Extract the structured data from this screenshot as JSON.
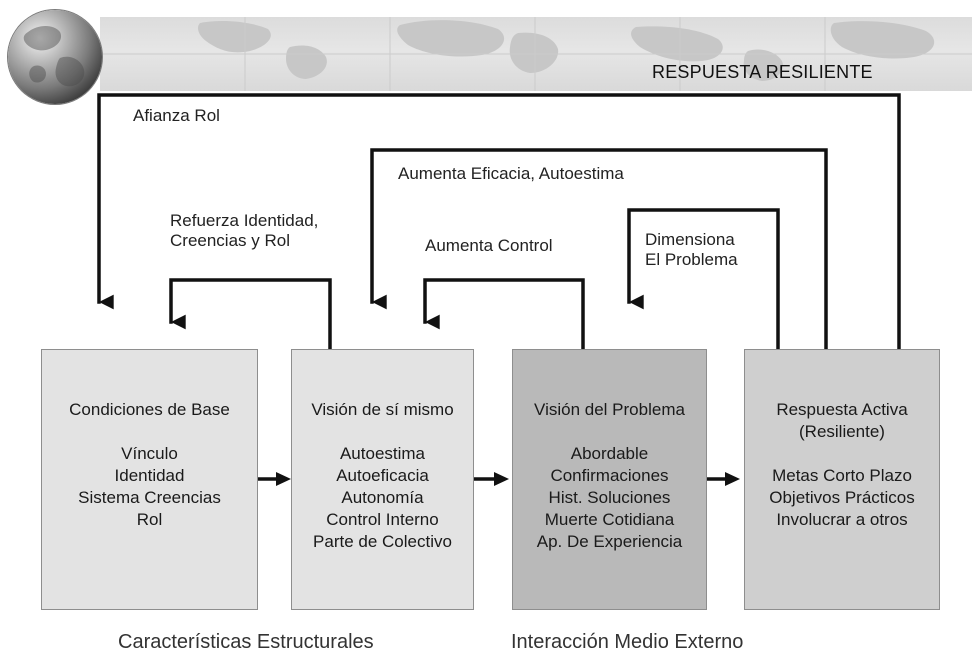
{
  "header": {
    "title": "RESPUESTA RESILIENTE"
  },
  "loops": {
    "afianza_rol": "Afianza Rol",
    "aumenta_eficacia": "Aumenta Eficacia, Autoestima",
    "refuerza": [
      "Refuerza Identidad,",
      "Creencias y Rol"
    ],
    "aumenta_control": "Aumenta Control",
    "dimensiona": [
      "Dimensiona",
      "El Problema"
    ]
  },
  "boxes": [
    {
      "title": [
        "Condiciones de Base"
      ],
      "items": [
        "Vínculo",
        "Identidad",
        "Sistema Creencias",
        "Rol"
      ],
      "fill": "#e3e3e3"
    },
    {
      "title": [
        "Visión de sí mismo"
      ],
      "items": [
        "Autoestima",
        "Autoeficacia",
        "Autonomía",
        "Control Interno",
        "Parte de Colectivo"
      ],
      "fill": "#e3e3e3"
    },
    {
      "title": [
        "Visión del Problema"
      ],
      "items": [
        "Abordable",
        "Confirmaciones",
        "Hist. Soluciones",
        "Muerte Cotidiana",
        "Ap. De Experiencia"
      ],
      "fill": "#b9b9b9"
    },
    {
      "title": [
        "Respuesta Activa",
        "(Resiliente)"
      ],
      "items": [
        "Metas Corto Plazo",
        "Objetivos Prácticos",
        "Involucrar a otros"
      ],
      "fill": "#cfcfcf"
    }
  ],
  "footer": {
    "left": "Características Estructurales",
    "right": "Interacción Medio Externo"
  }
}
